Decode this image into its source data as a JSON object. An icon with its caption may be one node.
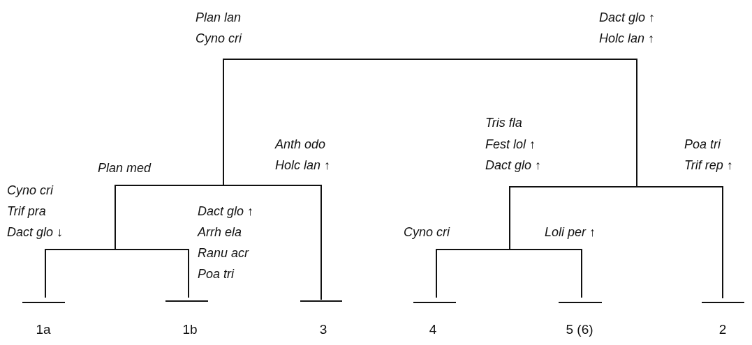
{
  "diagram": {
    "labels": [
      "Plan lan",
      "Dact glo ↑",
      "Cyno cri",
      "Holc lan ↑",
      "Tris fla",
      "Anth odo",
      "Fest lol ↑",
      "Poa tri",
      "Plan med",
      "Holc lan ↑",
      "Dact glo ↑",
      "Trif rep ↑",
      "Cyno cri",
      "Trif pra",
      "Dact glo ↑",
      "Dact glo ↓",
      "Arrh ela",
      "Cyno cri",
      "Loli per ↑",
      "Ranu acr",
      "Poa tri",
      "1a",
      "1b",
      "3",
      "4",
      "5 (6)",
      "2"
    ]
  }
}
